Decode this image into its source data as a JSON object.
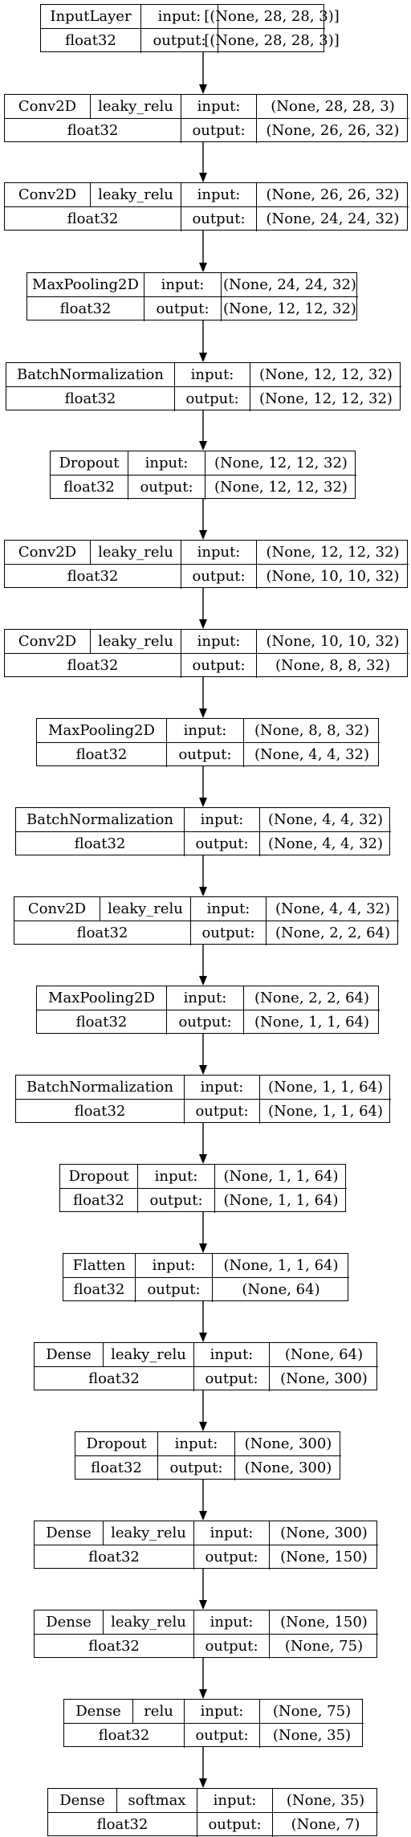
{
  "labels": {
    "input": "input:",
    "output": "output:"
  },
  "layers": [
    {
      "type": "InputLayer",
      "dtype": "float32",
      "input": "[(None, 28, 28, 3)]",
      "output": "[(None, 28, 28, 3)]"
    },
    {
      "type": "Conv2D",
      "activation": "leaky_relu",
      "dtype": "float32",
      "input": "(None, 28, 28, 3)",
      "output": "(None, 26, 26, 32)"
    },
    {
      "type": "Conv2D",
      "activation": "leaky_relu",
      "dtype": "float32",
      "input": "(None, 26, 26, 32)",
      "output": "(None, 24, 24, 32)"
    },
    {
      "type": "MaxPooling2D",
      "dtype": "float32",
      "input": "(None, 24, 24, 32)",
      "output": "(None, 12, 12, 32)"
    },
    {
      "type": "BatchNormalization",
      "dtype": "float32",
      "input": "(None, 12, 12, 32)",
      "output": "(None, 12, 12, 32)"
    },
    {
      "type": "Dropout",
      "dtype": "float32",
      "input": "(None, 12, 12, 32)",
      "output": "(None, 12, 12, 32)"
    },
    {
      "type": "Conv2D",
      "activation": "leaky_relu",
      "dtype": "float32",
      "input": "(None, 12, 12, 32)",
      "output": "(None, 10, 10, 32)"
    },
    {
      "type": "Conv2D",
      "activation": "leaky_relu",
      "dtype": "float32",
      "input": "(None, 10, 10, 32)",
      "output": "(None, 8, 8, 32)"
    },
    {
      "type": "MaxPooling2D",
      "dtype": "float32",
      "input": "(None, 8, 8, 32)",
      "output": "(None, 4, 4, 32)"
    },
    {
      "type": "BatchNormalization",
      "dtype": "float32",
      "input": "(None, 4, 4, 32)",
      "output": "(None, 4, 4, 32)"
    },
    {
      "type": "Conv2D",
      "activation": "leaky_relu",
      "dtype": "float32",
      "input": "(None, 4, 4, 32)",
      "output": "(None, 2, 2, 64)"
    },
    {
      "type": "MaxPooling2D",
      "dtype": "float32",
      "input": "(None, 2, 2, 64)",
      "output": "(None, 1, 1, 64)"
    },
    {
      "type": "BatchNormalization",
      "dtype": "float32",
      "input": "(None, 1, 1, 64)",
      "output": "(None, 1, 1, 64)"
    },
    {
      "type": "Dropout",
      "dtype": "float32",
      "input": "(None, 1, 1, 64)",
      "output": "(None, 1, 1, 64)"
    },
    {
      "type": "Flatten",
      "dtype": "float32",
      "input": "(None, 1, 1, 64)",
      "output": "(None, 64)"
    },
    {
      "type": "Dense",
      "activation": "leaky_relu",
      "dtype": "float32",
      "input": "(None, 64)",
      "output": "(None, 300)"
    },
    {
      "type": "Dropout",
      "dtype": "float32",
      "input": "(None, 300)",
      "output": "(None, 300)"
    },
    {
      "type": "Dense",
      "activation": "leaky_relu",
      "dtype": "float32",
      "input": "(None, 300)",
      "output": "(None, 150)"
    },
    {
      "type": "Dense",
      "activation": "leaky_relu",
      "dtype": "float32",
      "input": "(None, 150)",
      "output": "(None, 75)"
    },
    {
      "type": "Dense",
      "activation": "relu",
      "dtype": "float32",
      "input": "(None, 75)",
      "output": "(None, 35)"
    },
    {
      "type": "Dense",
      "activation": "softmax",
      "dtype": "float32",
      "input": "(None, 35)",
      "output": "(None, 7)"
    }
  ]
}
